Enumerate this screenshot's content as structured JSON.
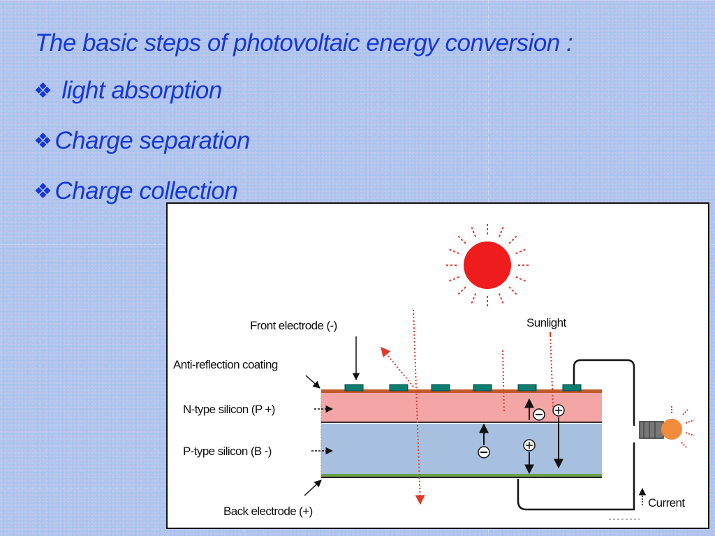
{
  "slide": {
    "title": "The basic steps of  photovoltaic energy conversion :",
    "bullets": [
      {
        "marker": "❖",
        "text": "light absorption"
      },
      {
        "marker": "❖",
        "text": "Charge separation"
      },
      {
        "marker": "❖",
        "text": "Charge collection"
      }
    ]
  },
  "diagram": {
    "labels": {
      "front_electrode": "Front electrode (-)",
      "sunlight": "Sunlight",
      "anti_reflection": "Anti-reflection coating",
      "n_type": "N-type silicon (P +)",
      "p_type": "P-type silicon (B -)",
      "back_electrode": "Back electrode (+)",
      "current": "Current"
    },
    "colors": {
      "sun": "#ee1c1c",
      "n_layer": "#f4a6a6",
      "p_layer": "#a8c0e0",
      "electrode": "#0c7d6e",
      "coating": "#c05a2a",
      "back_electrode": "#6aa04c",
      "bulb": "#f08a3c"
    },
    "icons": [
      "sun-icon",
      "light-bulb-icon",
      "electron-icon",
      "hole-icon"
    ]
  }
}
